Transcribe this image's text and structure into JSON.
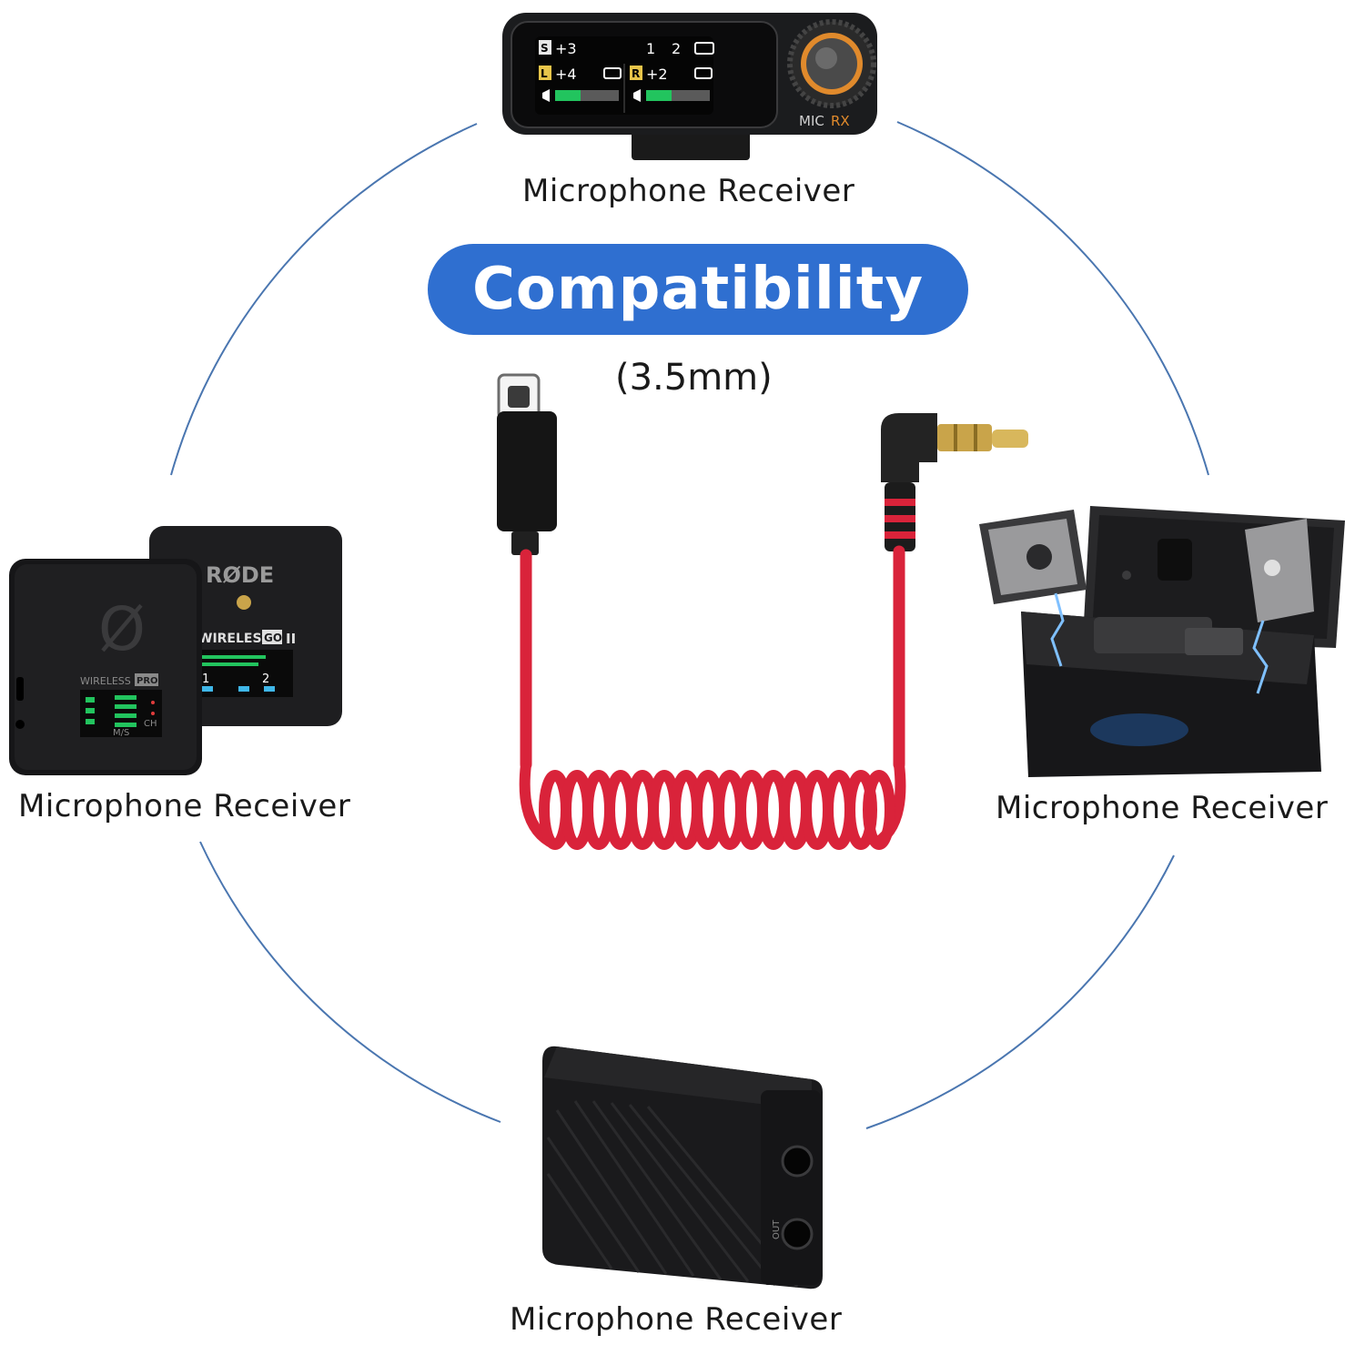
{
  "title": "Compatibility",
  "spec": "(3.5mm)",
  "receivers": {
    "top": {
      "label": "Microphone Receiver",
      "screen": {
        "s_value": "+3",
        "l_value": "+4",
        "r_value": "+2",
        "ch1": "1",
        "ch2": "2",
        "s_tag": "S",
        "l_tag": "L",
        "r_tag": "R"
      },
      "brand_a": "MIC",
      "brand_b": "RX"
    },
    "left": {
      "label": "Microphone Receiver",
      "back_brand": "RØDE",
      "back_model_a": "WIRELESS",
      "back_model_b": "GO",
      "back_model_c": "II",
      "front_model_a": "WIRELESS",
      "front_model_b": "PRO",
      "front_ms": "M/S",
      "front_ch": "CH",
      "back_ch1": "1",
      "back_ch2": "2"
    },
    "right": {
      "label": "Microphone Receiver"
    },
    "bottom": {
      "label": "Microphone Receiver",
      "port_out": "OUT"
    }
  },
  "colors": {
    "accent": "#2f6fd0",
    "ring": "#4a76b0",
    "cable": "#d9233a",
    "gold": "#c9a44a",
    "device": "#1d1d1f"
  },
  "icons": [
    "usb-c-plug-icon",
    "trs-plug-icon",
    "coiled-cable-icon"
  ]
}
